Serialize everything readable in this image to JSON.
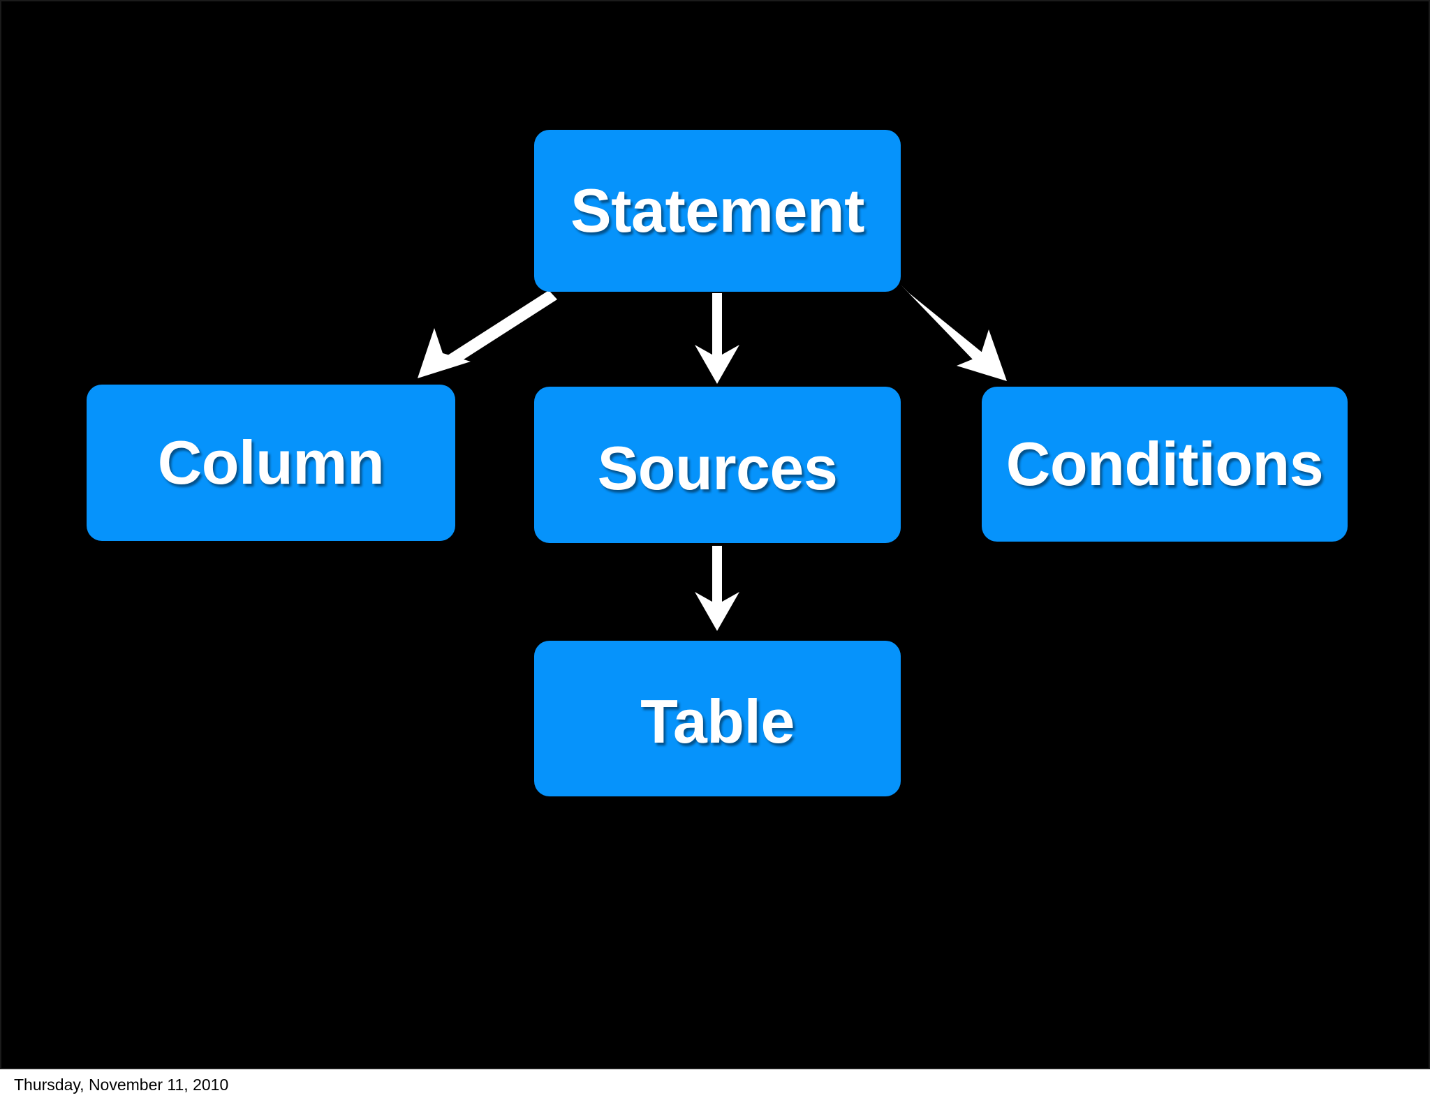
{
  "slide": {
    "background_color": "#000000",
    "frame_color": "#1b1b1b",
    "node_fill_color": "#0693FB",
    "node_text_color": "#FFFFFF",
    "connector_color": "#FFFFFF"
  },
  "diagram": {
    "type": "flowchart",
    "nodes": [
      {
        "id": "statement",
        "label": "Statement",
        "shape": "rounded-rectangle"
      },
      {
        "id": "column",
        "label": "Column",
        "shape": "rounded-rectangle"
      },
      {
        "id": "sources",
        "label": "Sources",
        "shape": "rounded-rectangle"
      },
      {
        "id": "conditions",
        "label": "Conditions",
        "shape": "rounded-rectangle"
      },
      {
        "id": "table",
        "label": "Table",
        "shape": "rounded-rectangle"
      }
    ],
    "edges": [
      {
        "id": "statement-to-column",
        "from": "statement",
        "to": "column",
        "style": "arrow",
        "direction": "down-left"
      },
      {
        "id": "statement-to-sources",
        "from": "statement",
        "to": "sources",
        "style": "arrow",
        "direction": "down"
      },
      {
        "id": "statement-to-conditions",
        "from": "statement",
        "to": "conditions",
        "style": "arrow",
        "direction": "down-right"
      },
      {
        "id": "sources-to-table",
        "from": "sources",
        "to": "table",
        "style": "arrow",
        "direction": "down"
      }
    ]
  },
  "footer": {
    "date": "Thursday, November 11, 2010"
  }
}
